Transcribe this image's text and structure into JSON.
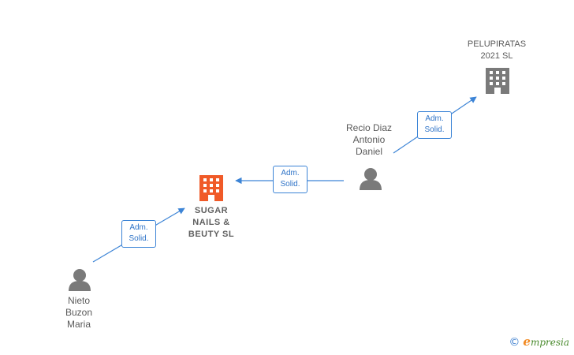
{
  "nodes": {
    "pelupiratas": {
      "label": "PELUPIRATAS\n2021  SL",
      "type": "company",
      "color": "#7a7a7a"
    },
    "sugar": {
      "label": "SUGAR\nNAILS &\nBEUTY  SL",
      "type": "company",
      "color": "#f05a28"
    },
    "recio": {
      "label": "Recio Diaz\nAntonio\nDaniel",
      "type": "person",
      "color": "#7a7a7a"
    },
    "nieto": {
      "label": "Nieto\nBuzon\nMaria",
      "type": "person",
      "color": "#7a7a7a"
    }
  },
  "edges": {
    "recio_to_pelupiratas": {
      "label": "Adm.\nSolid."
    },
    "recio_to_sugar": {
      "label": "Adm.\nSolid."
    },
    "nieto_to_sugar": {
      "label": "Adm.\nSolid."
    }
  },
  "colors": {
    "edge": "#3c84d6"
  },
  "footer": {
    "copyright": "©",
    "brand_initial": "e",
    "brand_rest": "mpresia"
  }
}
